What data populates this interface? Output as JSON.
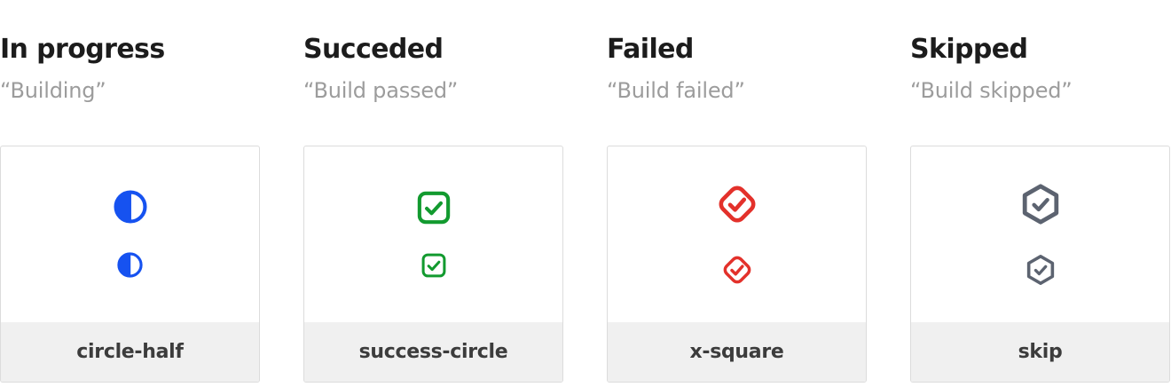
{
  "page": {
    "background": "#ffffff"
  },
  "colors": {
    "card_border": "#dcdcdc",
    "footer_background": "#f0f0f0",
    "title_text": "#1c1c1c",
    "subtitle_text": "#9c9c9c",
    "label_text": "#3c3c3c",
    "in_progress_accent": "#1652f0",
    "succeded_accent": "#129a2f",
    "failed_accent": "#e3312b",
    "skipped_accent": "#5c6370"
  },
  "columns": [
    {
      "title": "In progress",
      "subtitle": "“Building”",
      "icon": "circle-half-icon",
      "icon_color": "#1652f0",
      "label": "circle-half"
    },
    {
      "title": "Succeded",
      "subtitle": "“Build passed”",
      "icon": "success-circle-icon",
      "icon_color": "#129a2f",
      "label": "success-circle"
    },
    {
      "title": "Failed",
      "subtitle": "“Build failed”",
      "icon": "x-square-icon",
      "icon_color": "#e3312b",
      "label": "x-square"
    },
    {
      "title": "Skipped",
      "subtitle": "“Build skipped”",
      "icon": "skip-icon",
      "icon_color": "#5c6370",
      "label": "skip"
    }
  ]
}
